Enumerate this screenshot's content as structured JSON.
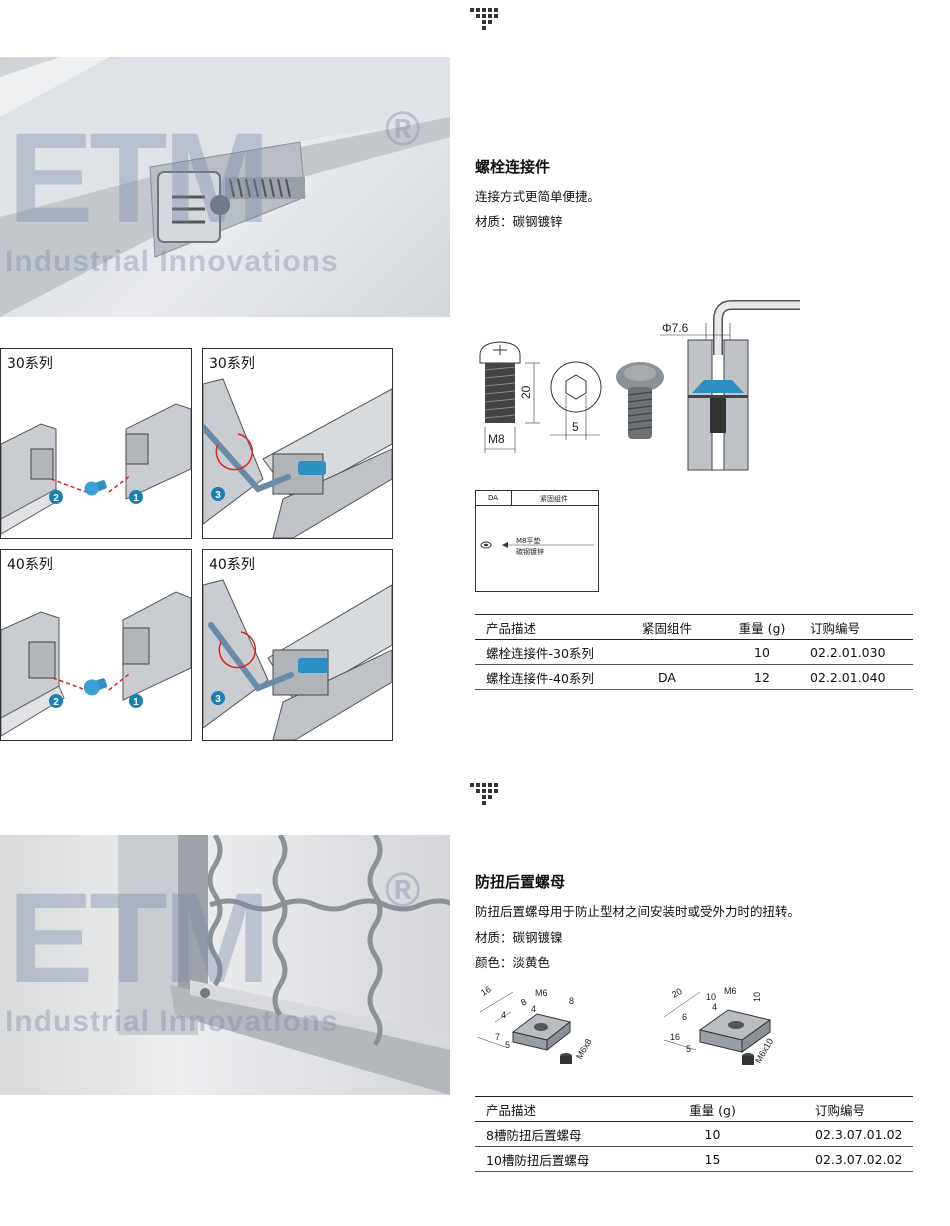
{
  "watermark": {
    "brand": "ETM",
    "registered": "®",
    "tagline": "Industrial Innovations"
  },
  "section1": {
    "title": "螺栓连接件",
    "desc": "连接方式更简单便捷。",
    "material": "材质：碳钢镀锌",
    "steps": [
      {
        "label": "30系列"
      },
      {
        "label": "30系列"
      },
      {
        "label": "40系列"
      },
      {
        "label": "40系列"
      }
    ],
    "step_numbers": [
      "1",
      "2",
      "3"
    ],
    "drawing": {
      "dim_length": "20",
      "dim_thread": "M8",
      "dim_hex": "5",
      "dim_hole": "Φ7.6"
    },
    "da_box": {
      "header_left": "DA",
      "header_right": "紧固组件",
      "item_line1": "M8平垫",
      "item_line2": "碳钢镀锌"
    },
    "table": {
      "headers": [
        "产品描述",
        "紧固组件",
        "重量 (g)",
        "订购编号"
      ],
      "rows": [
        [
          "螺栓连接件-30系列",
          "",
          "10",
          "02.2.01.030"
        ],
        [
          "螺栓连接件-40系列",
          "DA",
          "12",
          "02.2.01.040"
        ]
      ]
    }
  },
  "section2": {
    "title": "防扭后置螺母",
    "desc": "防扭后置螺母用于防止型材之间安装时或受外力时的扭转。",
    "material": "材质：碳钢镀镍",
    "color": "颜色：淡黄色",
    "drawing_a": {
      "d1": "16",
      "d2": "8",
      "d3": "4",
      "d4": "M6",
      "d5": "8",
      "d6": "4",
      "d7": "7",
      "d8": "5",
      "screw": "M6x8"
    },
    "drawing_b": {
      "d1": "20",
      "d2": "10",
      "d3": "4",
      "d4": "M6",
      "d5": "10",
      "d6": "6",
      "d7": "16",
      "d8": "5",
      "screw": "M6x10"
    },
    "table": {
      "headers": [
        "产品描述",
        "重量 (g)",
        "订购编号"
      ],
      "rows": [
        [
          "8槽防扭后置螺母",
          "10",
          "02.3.07.01.02"
        ],
        [
          "10槽防扭后置螺母",
          "15",
          "02.3.07.02.02"
        ]
      ]
    }
  }
}
